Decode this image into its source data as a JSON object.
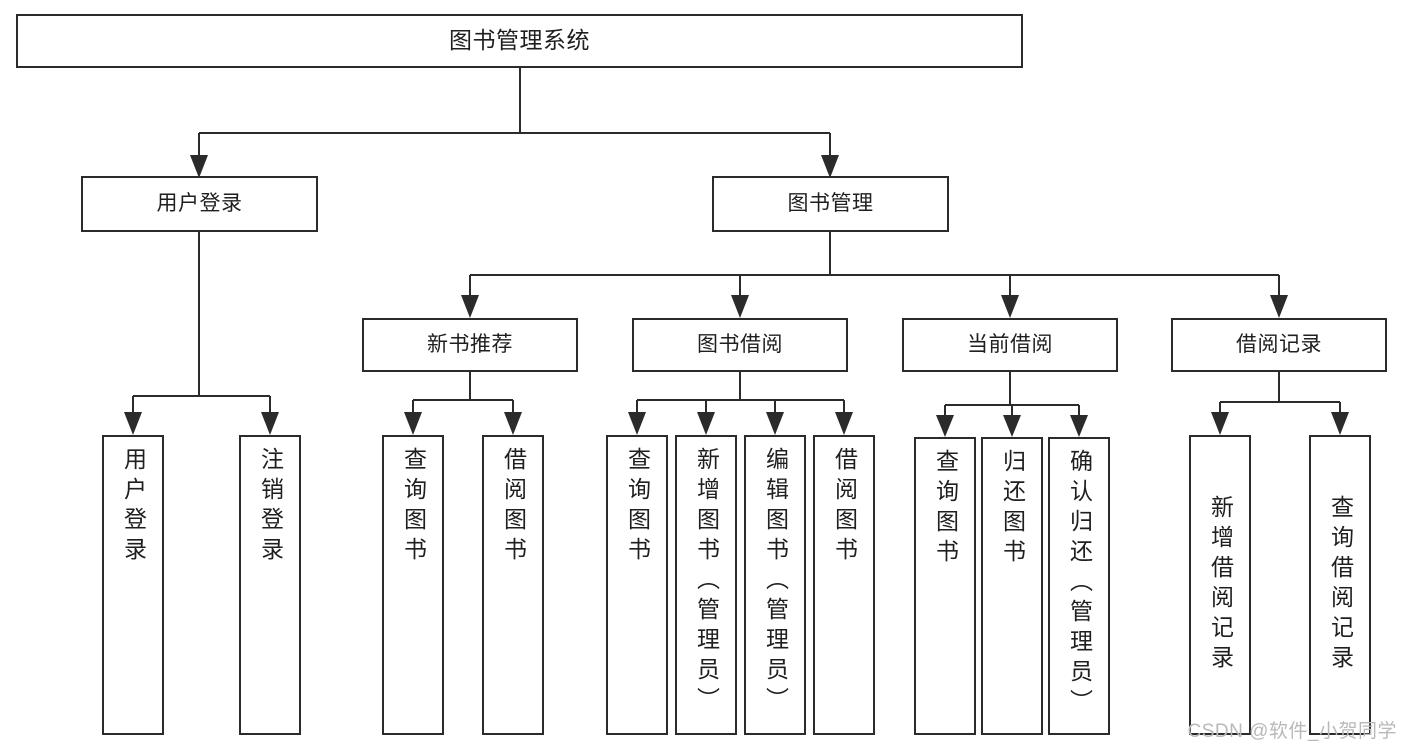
{
  "diagram": {
    "title": "图书管理系统",
    "watermark": "CSDN @软件_小贺同学",
    "colors": {
      "stroke": "#2b2b2b",
      "box_fill": "#ffffff",
      "text": "#1f1f1f",
      "watermark": "#b9b9b9",
      "background": "#ffffff"
    },
    "type": "tree",
    "root": {
      "label": "图书管理系统"
    },
    "level1": [
      {
        "label": "用户登录"
      },
      {
        "label": "图书管理"
      }
    ],
    "level2": [
      {
        "label": "新书推荐"
      },
      {
        "label": "图书借阅"
      },
      {
        "label": "当前借阅"
      },
      {
        "label": "借阅记录"
      }
    ],
    "leaves": {
      "user_login": [
        {
          "label": "用户登录"
        },
        {
          "label": "注销登录"
        }
      ],
      "new_book_recommend": [
        {
          "label": "查询图书"
        },
        {
          "label": "借阅图书"
        }
      ],
      "book_borrow": [
        {
          "label": "查询图书"
        },
        {
          "label": "新增图书（管理员）"
        },
        {
          "label": "编辑图书（管理员）"
        },
        {
          "label": "借阅图书"
        }
      ],
      "current_borrow": [
        {
          "label": "查询图书"
        },
        {
          "label": "归还图书"
        },
        {
          "label": "确认归还（管理员）"
        }
      ],
      "borrow_record": [
        {
          "label": "新增借阅记录"
        },
        {
          "label": "查询借阅记录"
        }
      ]
    }
  }
}
